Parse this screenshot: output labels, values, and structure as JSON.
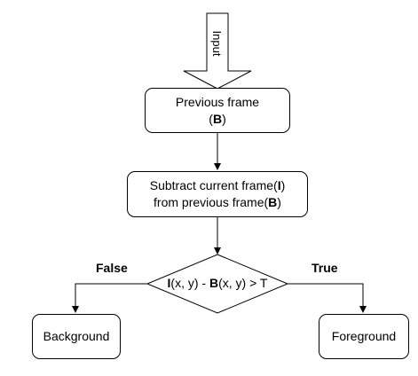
{
  "input": {
    "label": "Input"
  },
  "previous_frame": {
    "line1": "Previous frame",
    "open": "(",
    "bold": "B",
    "close": ")"
  },
  "subtract": {
    "line1_text": "Subtract current frame(",
    "line1_bold": "I",
    "line1_close": ")",
    "line2_text": "from previous frame(",
    "line2_bold": "B",
    "line2_close": ")"
  },
  "decision": {
    "part1_bold": "I",
    "part1": "(x, y) - ",
    "part2_bold": "B",
    "part2": "(x, y) > T"
  },
  "false_label": "False",
  "true_label": "True",
  "background": {
    "label": "Background"
  },
  "foreground": {
    "label": "Foreground"
  }
}
